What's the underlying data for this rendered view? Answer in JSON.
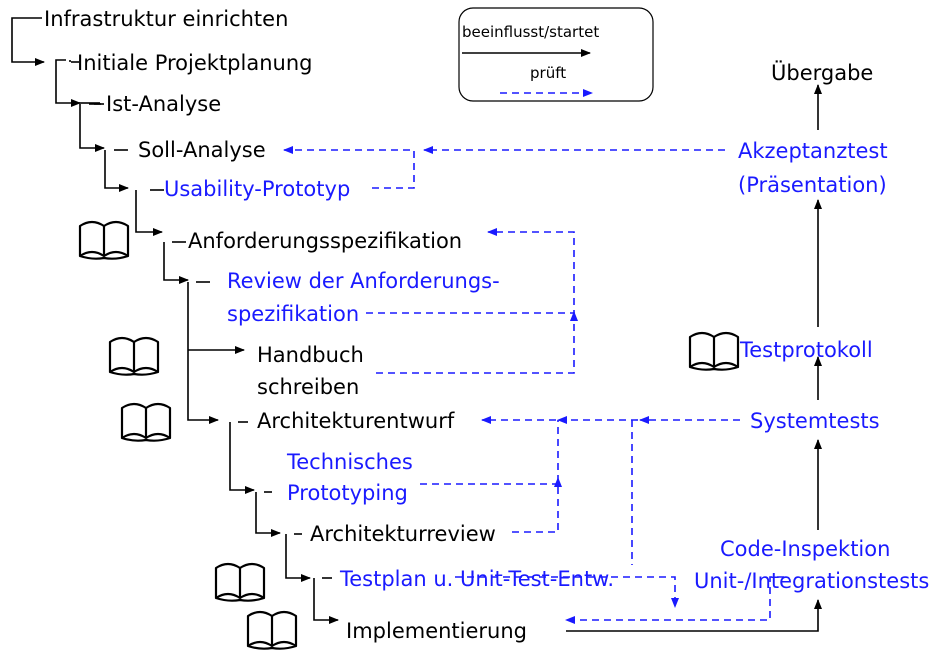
{
  "colors": {
    "flow": "#000000",
    "review": "#1a1aff"
  },
  "legend": {
    "influences_label": "beeinflusst/startet",
    "checks_label": "prüft"
  },
  "nodes": {
    "infrastruktur": "Infrastruktur einrichten",
    "projektplanung": "Initiale Projektplanung",
    "ist_analyse": "Ist-Analyse",
    "soll_analyse": "Soll-Analyse",
    "usability_prototyp": "Usability-Prototyp",
    "anforderungsspezifikation": "Anforderungsspezifikation",
    "review_line1": "Review der Anforderungs-",
    "review_line2": "spezifikation",
    "handbuch_line1": "Handbuch",
    "handbuch_line2": "schreiben",
    "architekturentwurf": "Architekturentwurf",
    "tech_proto_line1": "Technisches",
    "tech_proto_line2": "Prototyping",
    "architekturreview": "Architekturreview",
    "testplan": "Testplan u. Unit-Test-Entw.",
    "implementierung": "Implementierung",
    "code_inspektion": "Code-Inspektion",
    "unit_tests": "Unit-/Integrationstests",
    "systemtests": "Systemtests",
    "testprotokoll": "Testprotokoll",
    "akzeptanz_line1": "Akzeptanztest",
    "akzeptanz_line2": "(Präsentation)",
    "uebergabe": "Übergabe"
  },
  "document_icons": [
    "book-icon",
    "book-icon",
    "book-icon",
    "book-icon",
    "book-icon",
    "book-icon"
  ]
}
